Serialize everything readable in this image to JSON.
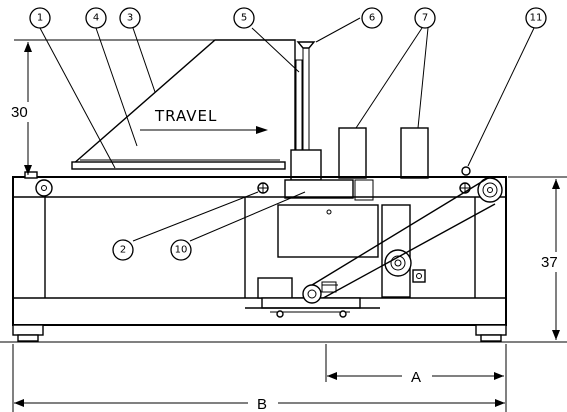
{
  "labels": {
    "travel": "TRAVEL",
    "dim_height_top": "30",
    "dim_height_right": "37",
    "dim_a": "A",
    "dim_b": "B"
  },
  "callouts": [
    {
      "number": "1"
    },
    {
      "number": "4"
    },
    {
      "number": "3"
    },
    {
      "number": "5"
    },
    {
      "number": "6"
    },
    {
      "number": "7"
    },
    {
      "number": "11"
    },
    {
      "number": "2"
    },
    {
      "number": "10"
    }
  ]
}
